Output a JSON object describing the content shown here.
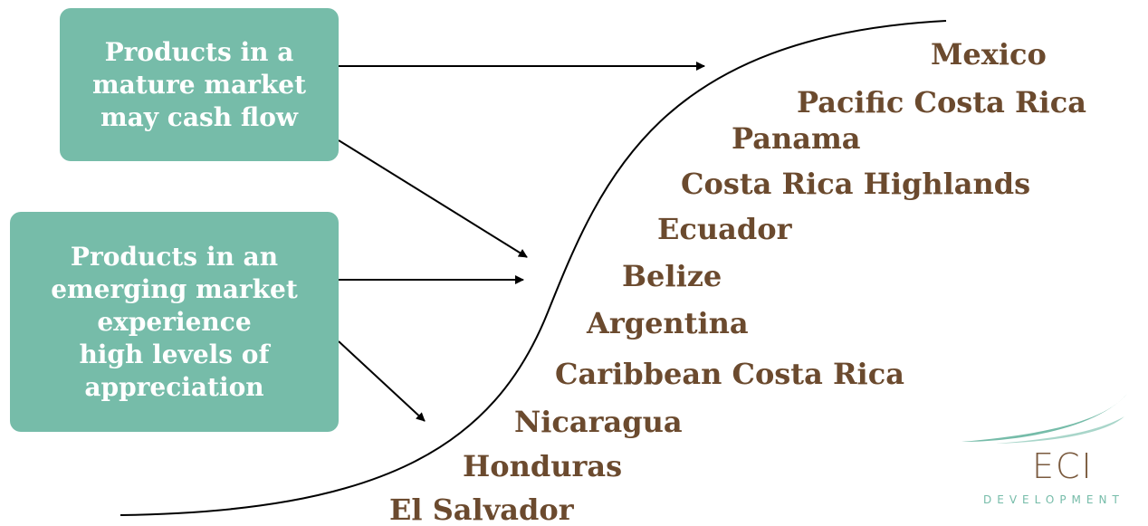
{
  "boxes": {
    "mature": "Products in a\nmature market\nmay cash flow",
    "emerging": "Products in an\nemerging market\nexperience\nhigh levels of\nappreciation"
  },
  "countries": [
    "Mexico",
    "Pacific Costa Rica",
    "Panama",
    "Costa Rica Highlands",
    "Ecuador",
    "Belize",
    "Argentina",
    "Caribbean Costa Rica",
    "Nicaragua",
    "Honduras",
    "El Salvador"
  ],
  "logo": {
    "name": "ECI",
    "subtitle": "DEVELOPMENT"
  },
  "colors": {
    "box_fill": "#76bca9",
    "box_text": "#ffffff",
    "country_text": "#6b4a2e",
    "curve": "#000000"
  }
}
